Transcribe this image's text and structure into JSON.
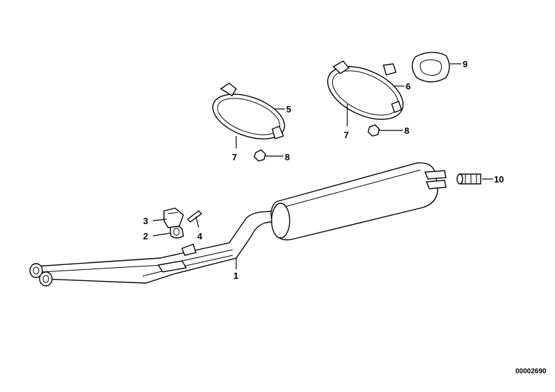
{
  "diagram": {
    "labels": {
      "p1": "1",
      "p2": "2",
      "p3": "3",
      "p4": "4",
      "p5": "5",
      "p6": "6",
      "p7a": "7",
      "p7b": "7",
      "p8a": "8",
      "p8b": "8",
      "p9": "9",
      "p10": "10"
    },
    "code": "00002690"
  }
}
